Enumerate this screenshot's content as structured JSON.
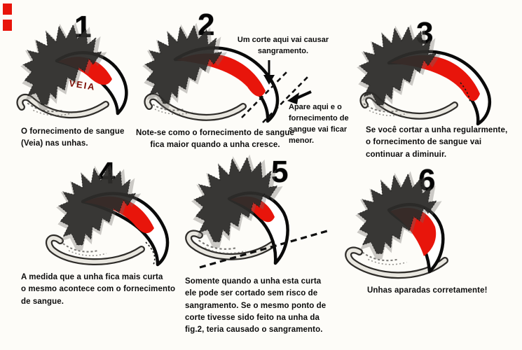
{
  "panels": [
    {
      "number": "1",
      "vein_label": "VEIA",
      "caption": "O fornecimento de sangue\n(Veia) nas unhas."
    },
    {
      "number": "2",
      "caption": "Note-se como o fornecimento de sangue\nfica maior quando a unha cresce.",
      "annotation_cut": "Um corte aqui vai causar\nsangramento.",
      "annotation_trim": "Apare aqui e o\nfornecimento de\nsangue vai ficar\nmenor."
    },
    {
      "number": "3",
      "caption": "Se você cortar a unha regularmente,\no fornecimento de sangue vai\ncontinuar a diminuir."
    },
    {
      "number": "4",
      "caption": "A medida que a unha fica mais curta\no mesmo acontece com o fornecimento\nde sangue."
    },
    {
      "number": "5",
      "caption": "Somente quando a unha esta curta\nele pode ser cortado sem risco de\nsangramento. Se o mesmo ponto de\ncorte tivesse sido feito na unha da\nfig.2, teria causado o sangramento."
    },
    {
      "number": "6",
      "caption": "Unhas aparadas corretamente!"
    }
  ],
  "colors": {
    "vein_red": "#e8150b",
    "ink": "#0d0d0d",
    "background": "#fdfcf8",
    "quick_gray": "#e9e7e0"
  }
}
